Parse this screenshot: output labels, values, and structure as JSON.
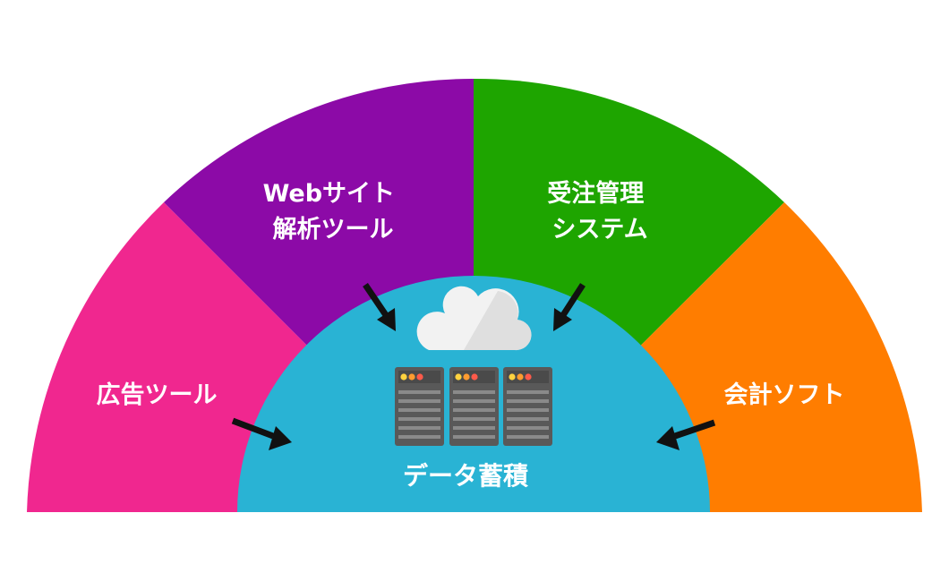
{
  "colors": {
    "ads": "#f0278f",
    "web": "#8c0aa7",
    "orders": "#1ea500",
    "accounting": "#ff7d00",
    "core": "#29b3d4",
    "cloud": "#f2f2f2",
    "server": "#595959",
    "arrow": "#111111"
  },
  "segments": [
    {
      "id": "ads",
      "lines": [
        "広告ツール"
      ]
    },
    {
      "id": "web",
      "lines": [
        "Webサイト",
        "解析ツール"
      ]
    },
    {
      "id": "orders",
      "lines": [
        "受注管理",
        "システム"
      ]
    },
    {
      "id": "accounting",
      "lines": [
        "会計ソフト"
      ]
    }
  ],
  "center": {
    "label": "データ蓄積",
    "icons": [
      "cloud-icon",
      "server-icon",
      "server-icon",
      "server-icon"
    ]
  }
}
